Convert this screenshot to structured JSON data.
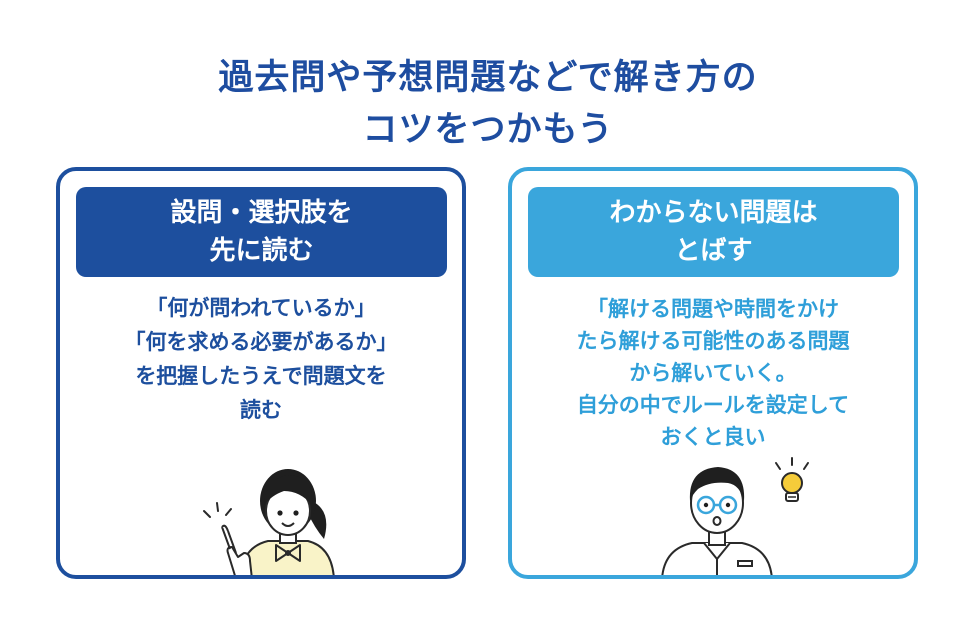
{
  "title": {
    "line1": "過去問や予想問題などで解き方の",
    "line2": "コツをつかもう"
  },
  "cards": [
    {
      "heading": [
        "設問・選択肢を",
        "先に読む"
      ],
      "body": [
        "「何が問われているか」",
        "「何を求める必要があるか」",
        "を把握したうえで問題文を",
        "読む"
      ]
    },
    {
      "heading": [
        "わからない問題は",
        "とばす"
      ],
      "body": [
        "「解ける問題や時間をかけ",
        "たら解ける可能性のある問題",
        "から解いていく。",
        "自分の中でルールを設定して",
        "おくと良い"
      ]
    }
  ],
  "colors": {
    "navy": "#1d4f9e",
    "sky": "#3aa6dc",
    "bulb": "#f5cc3a",
    "blouse": "#f9f3c8"
  }
}
